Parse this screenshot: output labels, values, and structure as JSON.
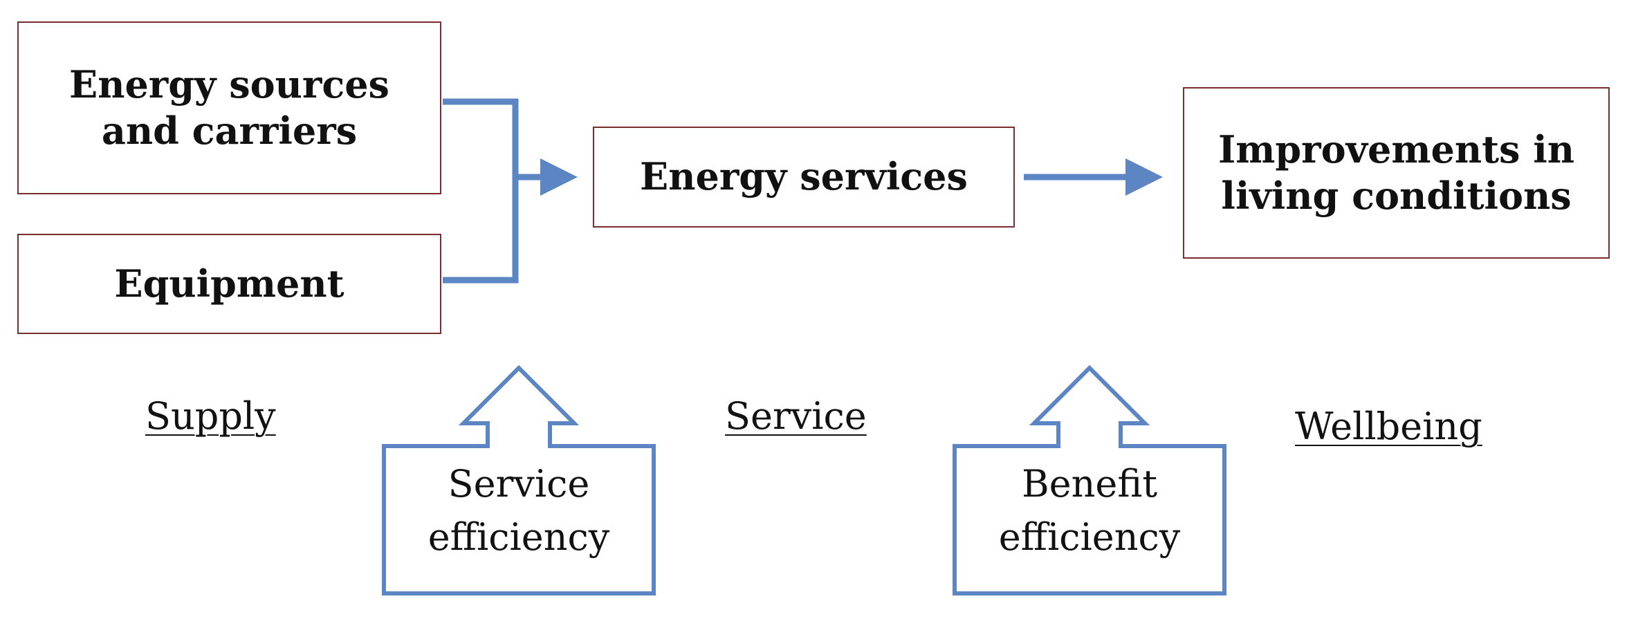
{
  "boxes": {
    "sources": [
      "Energy sources",
      "and carriers"
    ],
    "equipment": [
      "Equipment"
    ],
    "services": [
      "Energy services"
    ],
    "improvements": [
      "Improvements in",
      "living conditions"
    ]
  },
  "stages": {
    "supply": "Supply",
    "service": "Service",
    "wellbeing": "Wellbeing"
  },
  "efficiencies": {
    "service": [
      "Service",
      "efficiency"
    ],
    "benefit": [
      "Benefit",
      "efficiency"
    ]
  },
  "colors": {
    "box_border": "#7a2e2e",
    "arrow": "#5b85c3",
    "text": "#111111"
  }
}
